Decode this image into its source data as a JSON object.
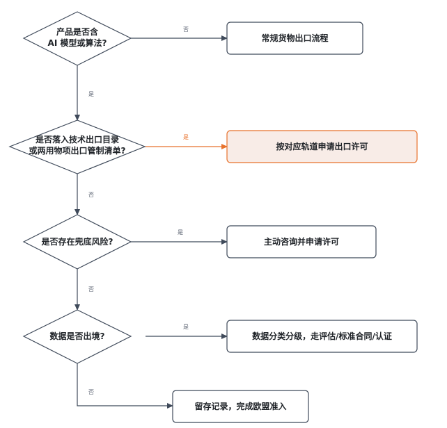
{
  "colors": {
    "stroke": "#3f4a5a",
    "highlight": "#e8722c",
    "highlight_fill": "#f8ece7",
    "text": "#1f2328"
  },
  "decisions": {
    "d1": {
      "line1": "产品是否含",
      "line2": "AI 模型或算法?"
    },
    "d2": {
      "line1": "是否落入技术出口目录",
      "line2": "或两用物项出口管制清单?"
    },
    "d3": {
      "line1": "是否存在兜底风险?"
    },
    "d4": {
      "line1": "数据是否出境?"
    }
  },
  "boxes": {
    "b1": "常规货物出口流程",
    "b2": "按对应轨道申请出口许可",
    "b3": "主动咨询并申请许可",
    "b4": "数据分类分级，走评估/标准合同/认证",
    "b5": "留存记录，完成欧盟准入"
  },
  "edges": {
    "d1_b1": "否",
    "d1_d2": "是",
    "d2_b2": "是",
    "d2_d3": "否",
    "d3_b3": "是",
    "d3_d4": "否",
    "d4_b4": "是",
    "d4_b5": "否"
  }
}
